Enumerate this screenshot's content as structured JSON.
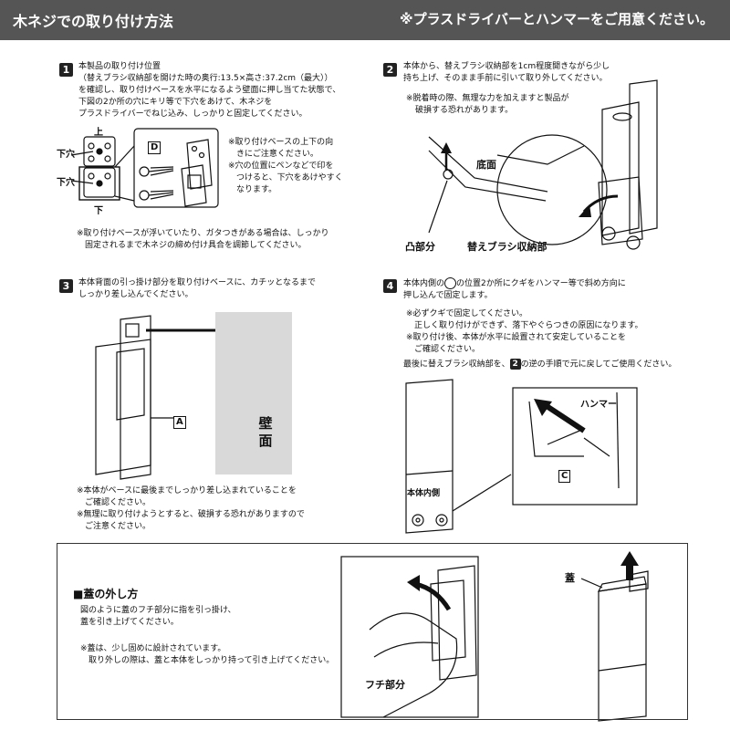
{
  "header": {
    "title": "木ネジでの取り付け方法",
    "notice": "※プラスドライバーとハンマーをご用意ください。"
  },
  "step1": {
    "number": "1",
    "lines": [
      "本製品の取り付け位置",
      "（替えブラシ収納部を開けた時の奥行:13.5×高さ:37.2cm（最大））",
      "を確認し、取り付けベースを水平になるよう壁面に押し当てた状態で、",
      "下図の2か所の穴にキリ等で下穴をあけて、木ネジを",
      "プラスドライバーでねじ込み、しっかりと固定してください。"
    ],
    "label_top": "上",
    "label_bottom": "下",
    "label_pilot_upper": "下穴",
    "label_pilot_lower": "下穴",
    "label_d": "D",
    "side_note": [
      "※取り付けベースの上下の向",
      "きにご注意ください。",
      "※穴の位置にペンなどで印を",
      "つけると、下穴をあけやすく",
      "なります。"
    ],
    "bottom_note": [
      "※取り付けベースが浮いていたり、ガタつきがある場合は、しっかり",
      "固定されるまで木ネジの締め付け具合を調節してください。"
    ]
  },
  "step2": {
    "number": "2",
    "lines": [
      "本体から、替えブラシ収納部を1cm程度開きながら少し",
      "持ち上げ、そのまま手前に引いて取り外してください。"
    ],
    "note": [
      "※脱着時の際、無理な力を加えますと製品が",
      "破損する恐れがあります。"
    ],
    "label_bottom_face": "底面",
    "label_protrusion": "凸部分",
    "label_storage": "替えブラシ収納部"
  },
  "step3": {
    "number": "3",
    "lines": [
      "本体背面の引っ掛け部分を取り付けベースに、カチッとなるまで",
      "しっかり差し込んでください。"
    ],
    "label_a": "A",
    "wall_label": "壁面",
    "notes": [
      "※本体がベースに最後までしっかり差し込まれていることを",
      "ご確認ください。",
      "※無理に取り付けようとすると、破損する恐れがありますので",
      "ご注意ください。"
    ]
  },
  "step4": {
    "number": "4",
    "line1_pre": "本体内側の",
    "line1_post": "の位置2か所にクギをハンマー等で斜め方向に",
    "line2": "押し込んで固定します。",
    "notes": [
      "※必ずクギで固定してください。",
      "正しく取り付けができず、落下やぐらつきの原因になります。",
      "※取り付け後、本体が水平に設置されて安定していることを",
      "ご確認ください。"
    ],
    "final_pre": "最後に替えブラシ収納部を、",
    "final_num": "2",
    "final_post": "の逆の手順で元に戻してご使用ください。",
    "label_hammer": "ハンマー",
    "label_c": "C",
    "label_inner": "本体内側"
  },
  "lid": {
    "title": "■蓋の外し方",
    "lines": [
      "図のように蓋のフチ部分に指を引っ掛け、",
      "蓋を引き上げてください。"
    ],
    "notes": [
      "※蓋は、少し固めに設計されています。",
      "取り外しの際は、蓋と本体をしっかり持って引き上げてください。"
    ],
    "label_lid": "蓋",
    "label_edge": "フチ部分"
  }
}
